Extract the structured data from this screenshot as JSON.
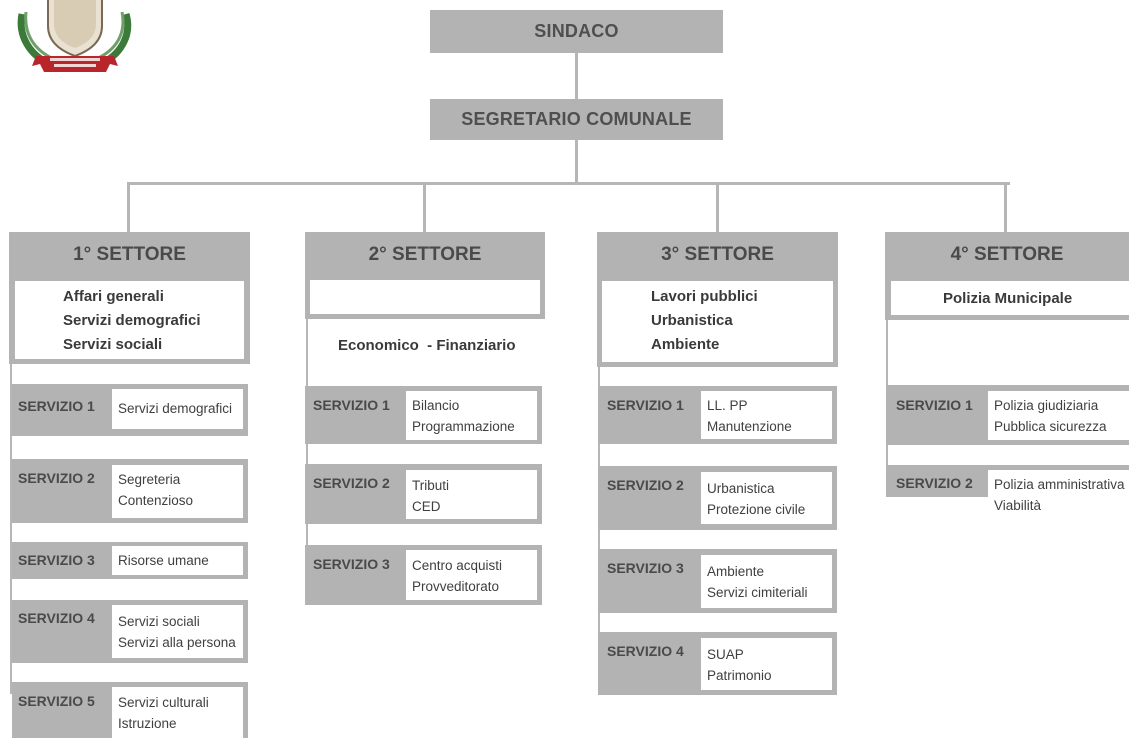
{
  "top": {
    "sindaco": "SINDACO",
    "segretario": "SEGRETARIO COMUNALE"
  },
  "colors": {
    "box_gray": "#b3b3b3",
    "connector": "#b6b6b6",
    "text_dark": "#3a3a3a",
    "logo_red": "#b8262b",
    "logo_green": "#3c7a3a"
  },
  "logo": {
    "name": "municipal-crest",
    "lettering": ""
  },
  "sectors": [
    {
      "title": "1° SETTORE",
      "desc": [
        "Affari generali",
        "Servizi demografici",
        "Servizi sociali"
      ],
      "services": [
        {
          "label": "SERVIZIO 1",
          "items": [
            "Servizi demografici"
          ]
        },
        {
          "label": "SERVIZIO 2",
          "items": [
            "Segreteria",
            "Contenzioso"
          ]
        },
        {
          "label": "SERVIZIO 3",
          "items": [
            "Risorse umane"
          ]
        },
        {
          "label": "SERVIZIO 4",
          "items": [
            "Servizi sociali",
            "Servizi alla persona"
          ]
        },
        {
          "label": "SERVIZIO 5",
          "items": [
            "Servizi culturali",
            "Istruzione"
          ]
        }
      ]
    },
    {
      "title": "2° SETTORE",
      "desc": [
        "Economico  - Finanziario"
      ],
      "services": [
        {
          "label": "SERVIZIO 1",
          "items": [
            "Bilancio",
            "Programmazione"
          ]
        },
        {
          "label": "SERVIZIO 2",
          "items": [
            "Tributi",
            "CED"
          ]
        },
        {
          "label": "SERVIZIO 3",
          "items": [
            "Centro acquisti",
            "Provveditorato"
          ]
        }
      ]
    },
    {
      "title": "3° SETTORE",
      "desc": [
        "Lavori pubblici",
        "Urbanistica",
        "Ambiente"
      ],
      "services": [
        {
          "label": "SERVIZIO 1",
          "items": [
            "LL. PP",
            "Manutenzione"
          ]
        },
        {
          "label": "SERVIZIO 2",
          "items": [
            "Urbanistica",
            "Protezione civile"
          ]
        },
        {
          "label": "SERVIZIO 3",
          "items": [
            "Ambiente",
            "Servizi cimiteriali"
          ]
        },
        {
          "label": "SERVIZIO 4",
          "items": [
            "SUAP",
            "Patrimonio"
          ]
        }
      ]
    },
    {
      "title": "4° SETTORE",
      "desc": [
        "Polizia Municipale"
      ],
      "services": [
        {
          "label": "SERVIZIO 1",
          "items": [
            "Polizia giudiziaria",
            "Pubblica sicurezza"
          ]
        },
        {
          "label": "SERVIZIO 2",
          "items": [
            "Polizia amministrativa",
            "Viabilità"
          ]
        }
      ]
    }
  ]
}
